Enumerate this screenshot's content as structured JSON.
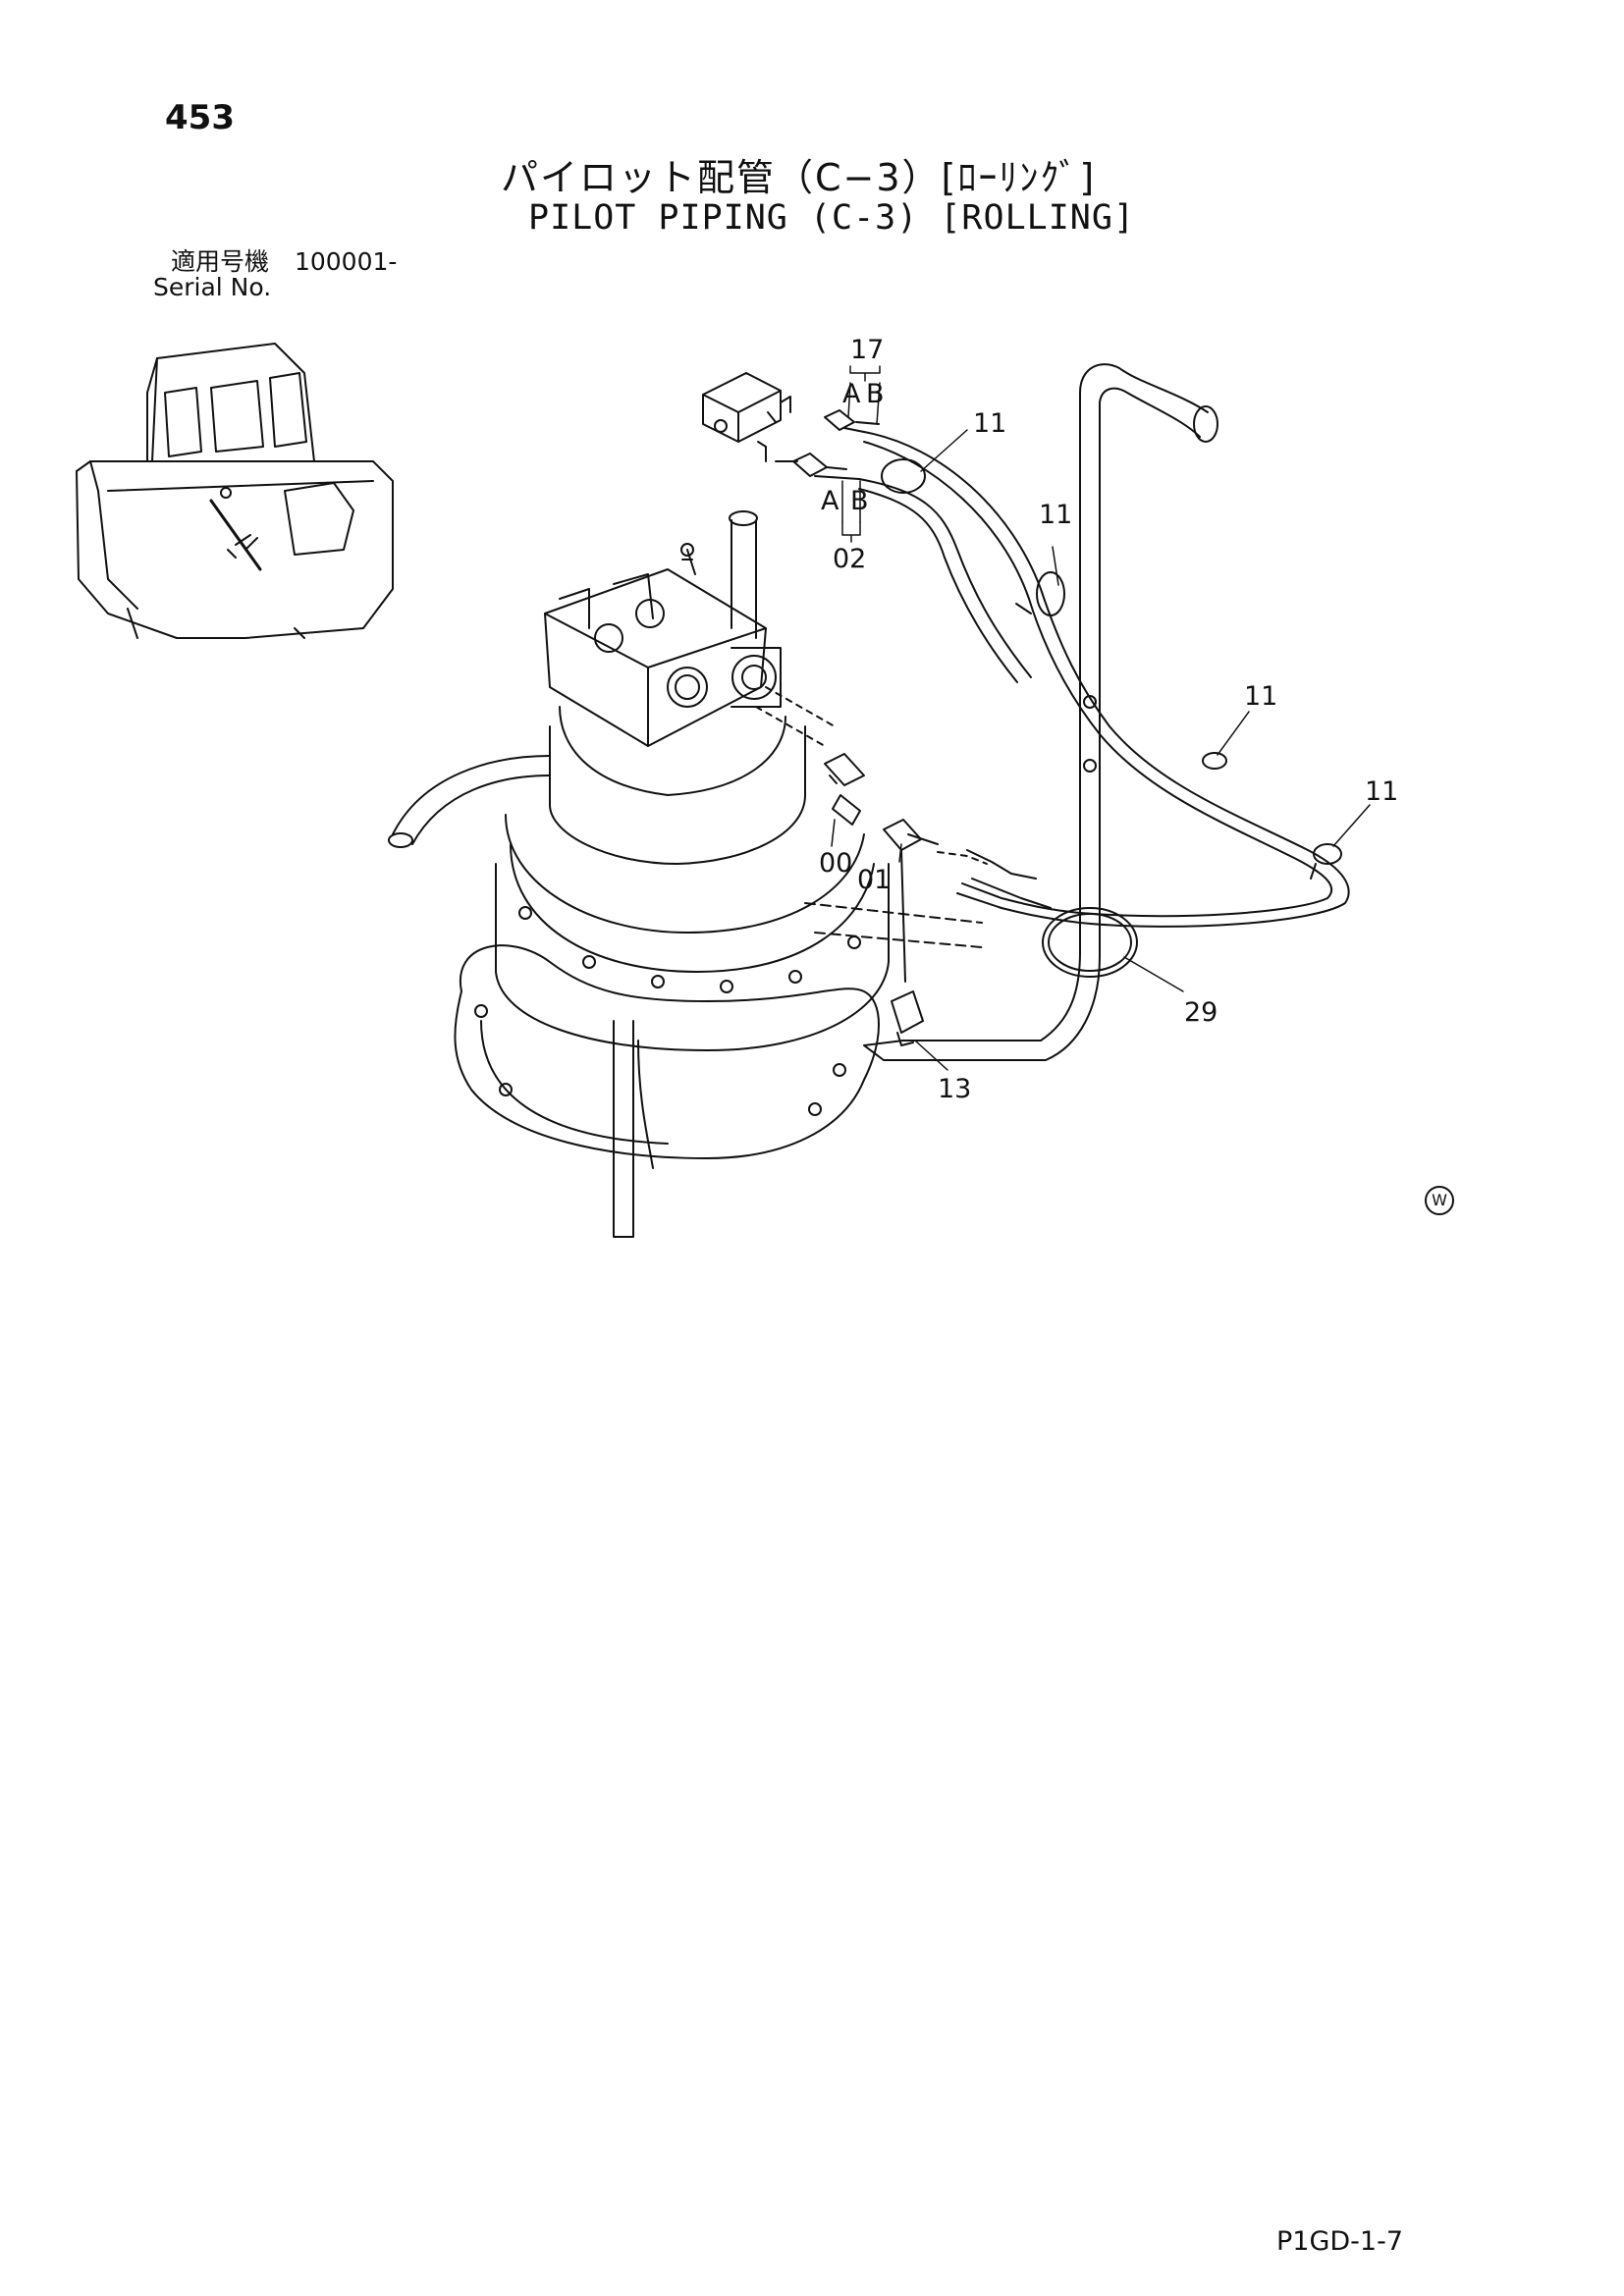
{
  "header": {
    "page_number": "453",
    "title_jp": "パイロット配管（C−3）[ﾛｰﾘﾝｸﾞ]",
    "title_en": "PILOT PIPING (C-3) [ROLLING]"
  },
  "serial": {
    "label_jp": "適用号機",
    "range": "100001-",
    "label_en": "Serial No."
  },
  "callouts": {
    "c17": "17",
    "c17_a": "A",
    "c17_b": "B",
    "c02": "02",
    "c02_a": "A",
    "c02_b": "B",
    "c11_1": "11",
    "c11_2": "11",
    "c11_3": "11",
    "c11_4": "11",
    "c00": "00",
    "c01": "01",
    "c13": "13",
    "c29": "29"
  },
  "marks": {
    "w_mark": "W"
  },
  "footer": {
    "code": "P1GD-1-7"
  }
}
